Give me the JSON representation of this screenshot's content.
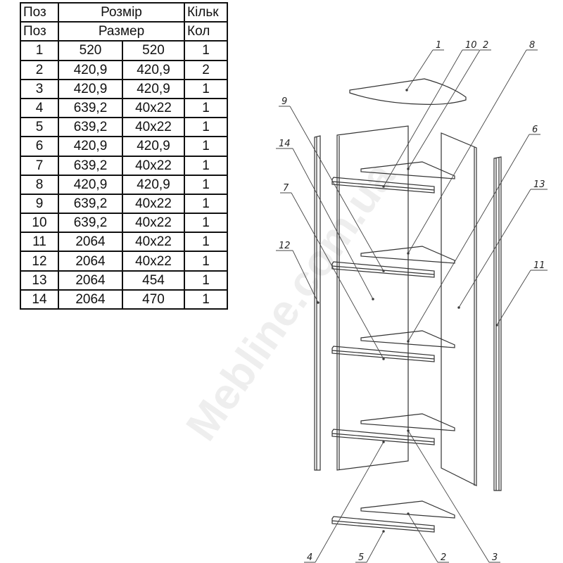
{
  "watermark": "Mebline.com.ua",
  "table": {
    "header_ua": {
      "pos": "Поз",
      "size": "Розмір",
      "qty": "Кільк"
    },
    "header_ru": {
      "pos": "Поз",
      "size": "Размер",
      "qty": "Кол"
    },
    "rows": [
      [
        "1",
        "520",
        "520",
        "1"
      ],
      [
        "2",
        "420,9",
        "420,9",
        "2"
      ],
      [
        "3",
        "420,9",
        "420,9",
        "1"
      ],
      [
        "4",
        "639,2",
        "40x22",
        "1"
      ],
      [
        "5",
        "639,2",
        "40x22",
        "1"
      ],
      [
        "6",
        "420,9",
        "420,9",
        "1"
      ],
      [
        "7",
        "639,2",
        "40x22",
        "1"
      ],
      [
        "8",
        "420,9",
        "420,9",
        "1"
      ],
      [
        "9",
        "639,2",
        "40x22",
        "1"
      ],
      [
        "10",
        "639,2",
        "40x22",
        "1"
      ],
      [
        "11",
        "2064",
        "40x22",
        "1"
      ],
      [
        "12",
        "2064",
        "40x22",
        "1"
      ],
      [
        "13",
        "2064",
        "454",
        "1"
      ],
      [
        "14",
        "2064",
        "470",
        "1"
      ]
    ]
  },
  "callouts": [
    "1",
    "10",
    "2",
    "8",
    "9",
    "14",
    "6",
    "7",
    "13",
    "12",
    "11",
    "4",
    "5",
    "2",
    "3"
  ]
}
